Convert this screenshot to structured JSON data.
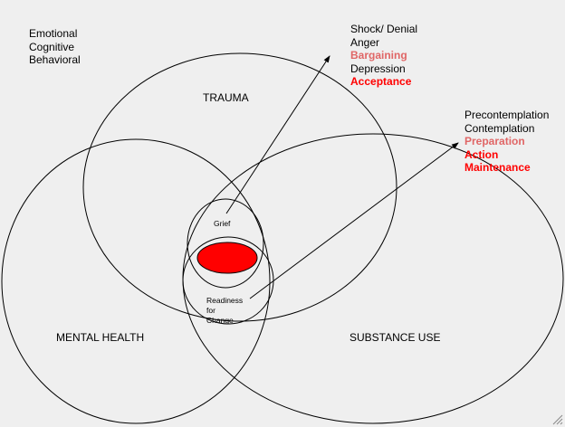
{
  "legend": [
    "Emotional",
    "Cognitive",
    "Behavioral"
  ],
  "circles": {
    "trauma": "TRAUMA",
    "mental_health": "MENTAL HEALTH",
    "substance_use": "SUBSTANCE USE",
    "grief": "Grief",
    "readiness": [
      "Readiness",
      "for",
      "Change"
    ]
  },
  "grief_stages": [
    {
      "label": "Shock/ Denial",
      "color": "#000000",
      "bold": false
    },
    {
      "label": "Anger",
      "color": "#000000",
      "bold": false
    },
    {
      "label": "Bargaining",
      "color": "#e06666",
      "bold": true
    },
    {
      "label": "Depression",
      "color": "#000000",
      "bold": false
    },
    {
      "label": "Acceptance",
      "color": "#ff0000",
      "bold": true
    }
  ],
  "change_stages": [
    {
      "label": "Precontemplation",
      "color": "#000000",
      "bold": false
    },
    {
      "label": "Contemplation",
      "color": "#000000",
      "bold": false
    },
    {
      "label": "Preparation",
      "color": "#e06666",
      "bold": true
    },
    {
      "label": "Action",
      "color": "#ff0000",
      "bold": true
    },
    {
      "label": "Maintenance",
      "color": "#ff0000",
      "bold": true
    }
  ],
  "colors": {
    "center": "#ff0000"
  }
}
